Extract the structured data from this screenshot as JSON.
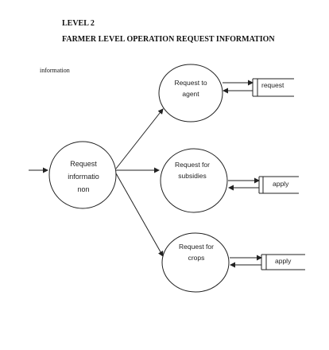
{
  "header": {
    "level": "LEVEL 2",
    "title": "FARMER LEVEL OPERATION REQUEST INFORMATION",
    "caption": "information"
  },
  "processes": {
    "main": {
      "line1": "Request",
      "line2": "informatio",
      "line3": "non"
    },
    "agent": {
      "line1": "Request to",
      "line2": "agent"
    },
    "subsidies": {
      "line1": "Request for",
      "line2": "subsidies"
    },
    "crops": {
      "line1": "Request for",
      "line2": "crops"
    }
  },
  "stores": {
    "agent_store": "request",
    "subsidies_store": "apply",
    "crops_store": "apply"
  }
}
